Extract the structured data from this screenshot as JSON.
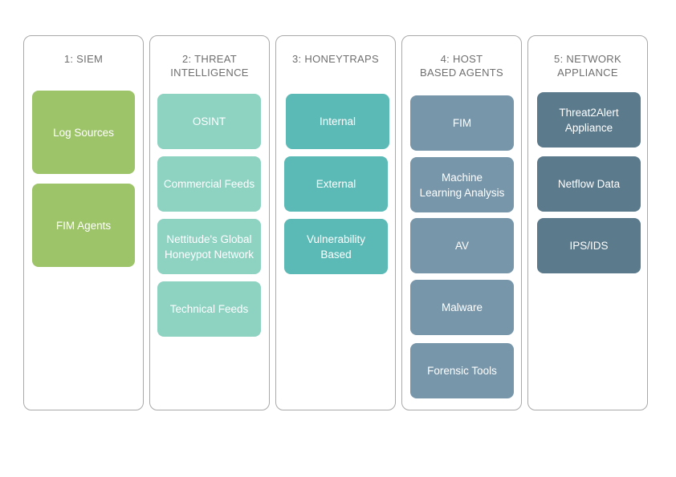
{
  "columns": [
    {
      "title": "1: SIEM",
      "items": [
        "Log Sources",
        "FIM Agents"
      ]
    },
    {
      "title": "2: THREAT\nINTELLIGENCE",
      "items": [
        "OSINT",
        "Commercial Feeds",
        "Nettitude's Global\nHoneypot Network",
        "Technical Feeds"
      ]
    },
    {
      "title": "3: HONEYTRAPS",
      "items": [
        "Internal",
        "External",
        "Vulnerability\nBased"
      ]
    },
    {
      "title": "4: HOST\nBASED AGENTS",
      "items": [
        "FIM",
        "Machine\nLearning Analysis",
        "AV",
        "Malware",
        "Forensic Tools"
      ]
    },
    {
      "title": "5: NETWORK\nAPPLIANCE",
      "items": [
        "Threat2Alert\nAppliance",
        "Netflow Data",
        "IPS/IDS"
      ]
    }
  ],
  "colors": {
    "siem": "#9ec46a",
    "threat_intelligence": "#8ed2c1",
    "honeytraps": "#5cbab6",
    "host_based_agents": "#7896aa",
    "network_appliance": "#5b7a8c",
    "column_border": "#a9a9a9",
    "title_text": "#6f6f6f"
  }
}
